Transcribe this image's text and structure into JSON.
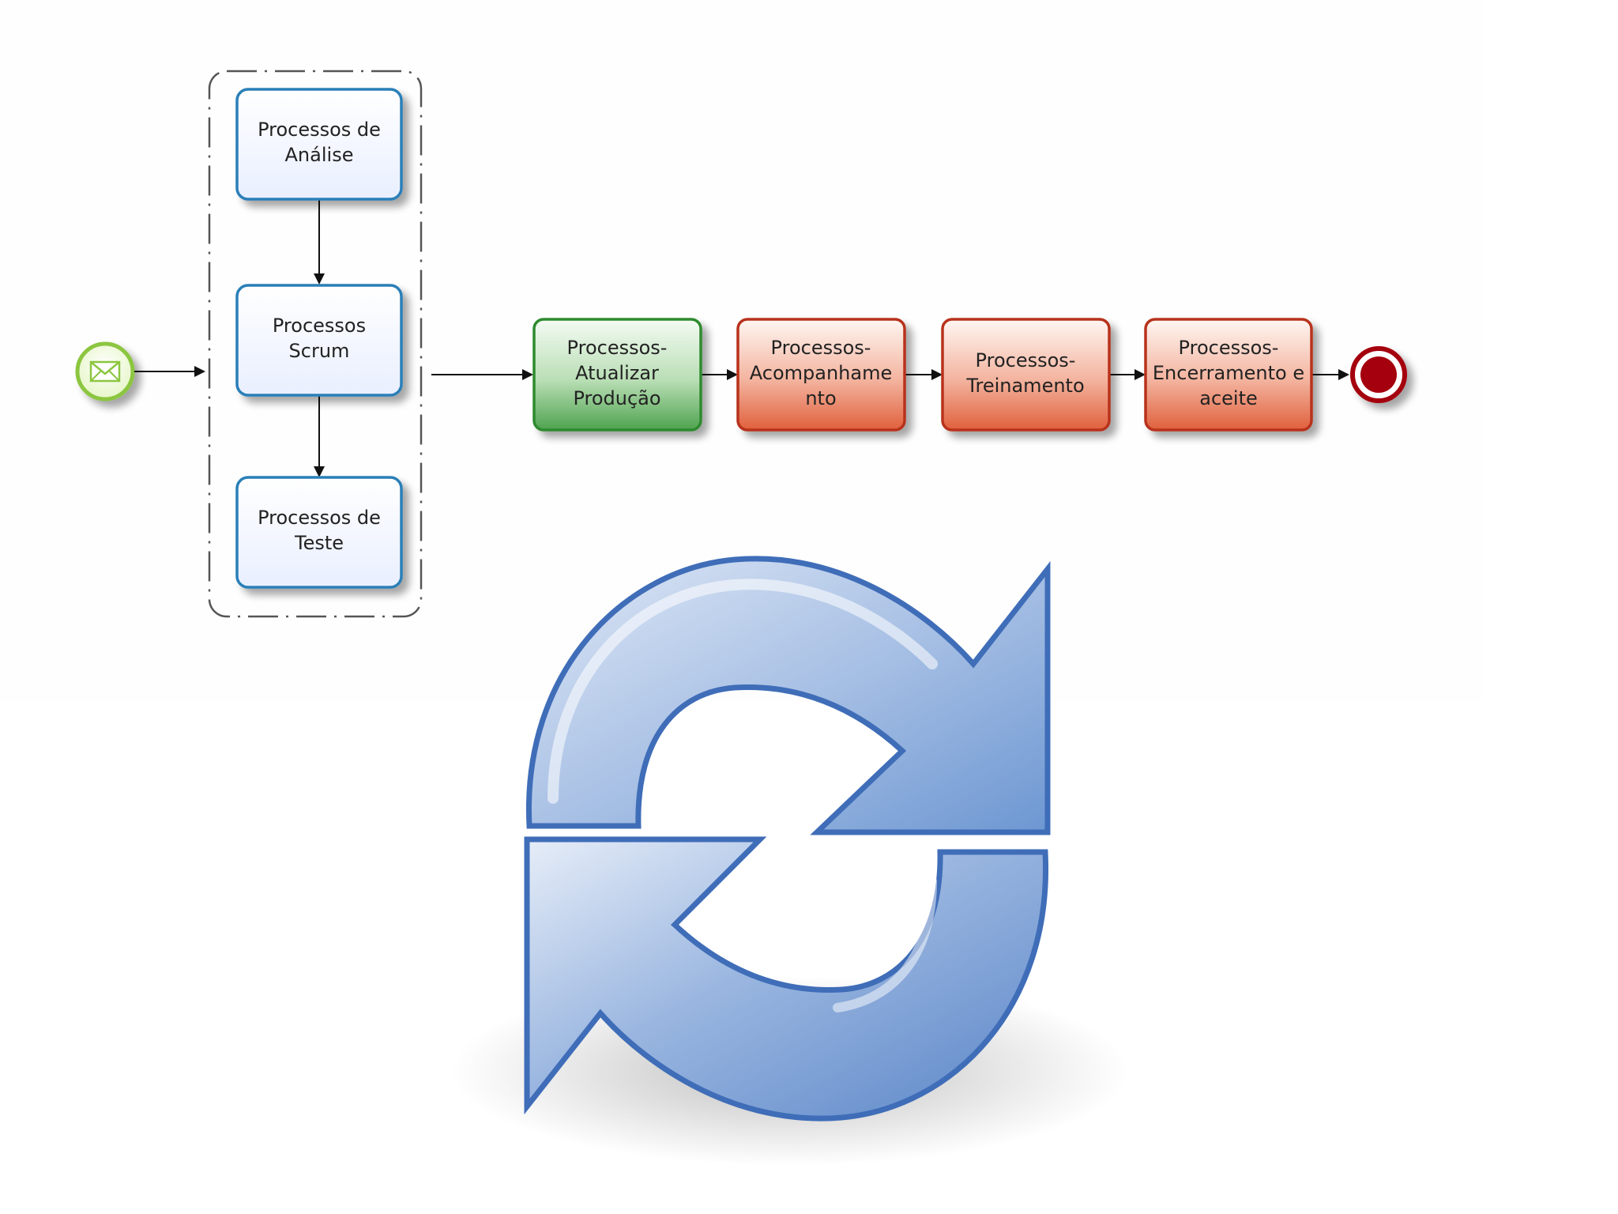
{
  "diagram": {
    "group": {
      "nodes": [
        {
          "id": "analise",
          "lines": [
            "Processos de",
            "Análise"
          ]
        },
        {
          "id": "scrum",
          "lines": [
            "Processos",
            "Scrum"
          ]
        },
        {
          "id": "teste",
          "lines": [
            "Processos de",
            "Teste"
          ]
        }
      ]
    },
    "flow": [
      {
        "id": "atualizar",
        "kind": "green",
        "lines": [
          "Processos-",
          "Atualizar",
          "Produção"
        ]
      },
      {
        "id": "acompanhamento",
        "kind": "red",
        "lines": [
          "Processos-",
          "Acompanhame",
          "nto"
        ]
      },
      {
        "id": "treinamento",
        "kind": "red",
        "lines": [
          "Processos-",
          "Treinamento"
        ]
      },
      {
        "id": "encerramento",
        "kind": "red",
        "lines": [
          "Processos-",
          "Encerramento e",
          "aceite"
        ]
      }
    ],
    "start_event": {
      "icon": "envelope-icon"
    },
    "end_event": {
      "icon": "end-circle-icon"
    }
  },
  "colors": {
    "blue_stroke": "#2a7fb8",
    "blue_fill": "#f6f8ff",
    "green_stroke": "#2f8a2f",
    "green_fill": "#5cad5c",
    "red_stroke": "#b8331a",
    "red_fill": "#e66b4a",
    "start_stroke": "#8cc63f",
    "end_fill": "#a40010",
    "refresh_blue": "#4f81c7"
  },
  "decor": {
    "icon": "refresh-cycle-icon"
  }
}
